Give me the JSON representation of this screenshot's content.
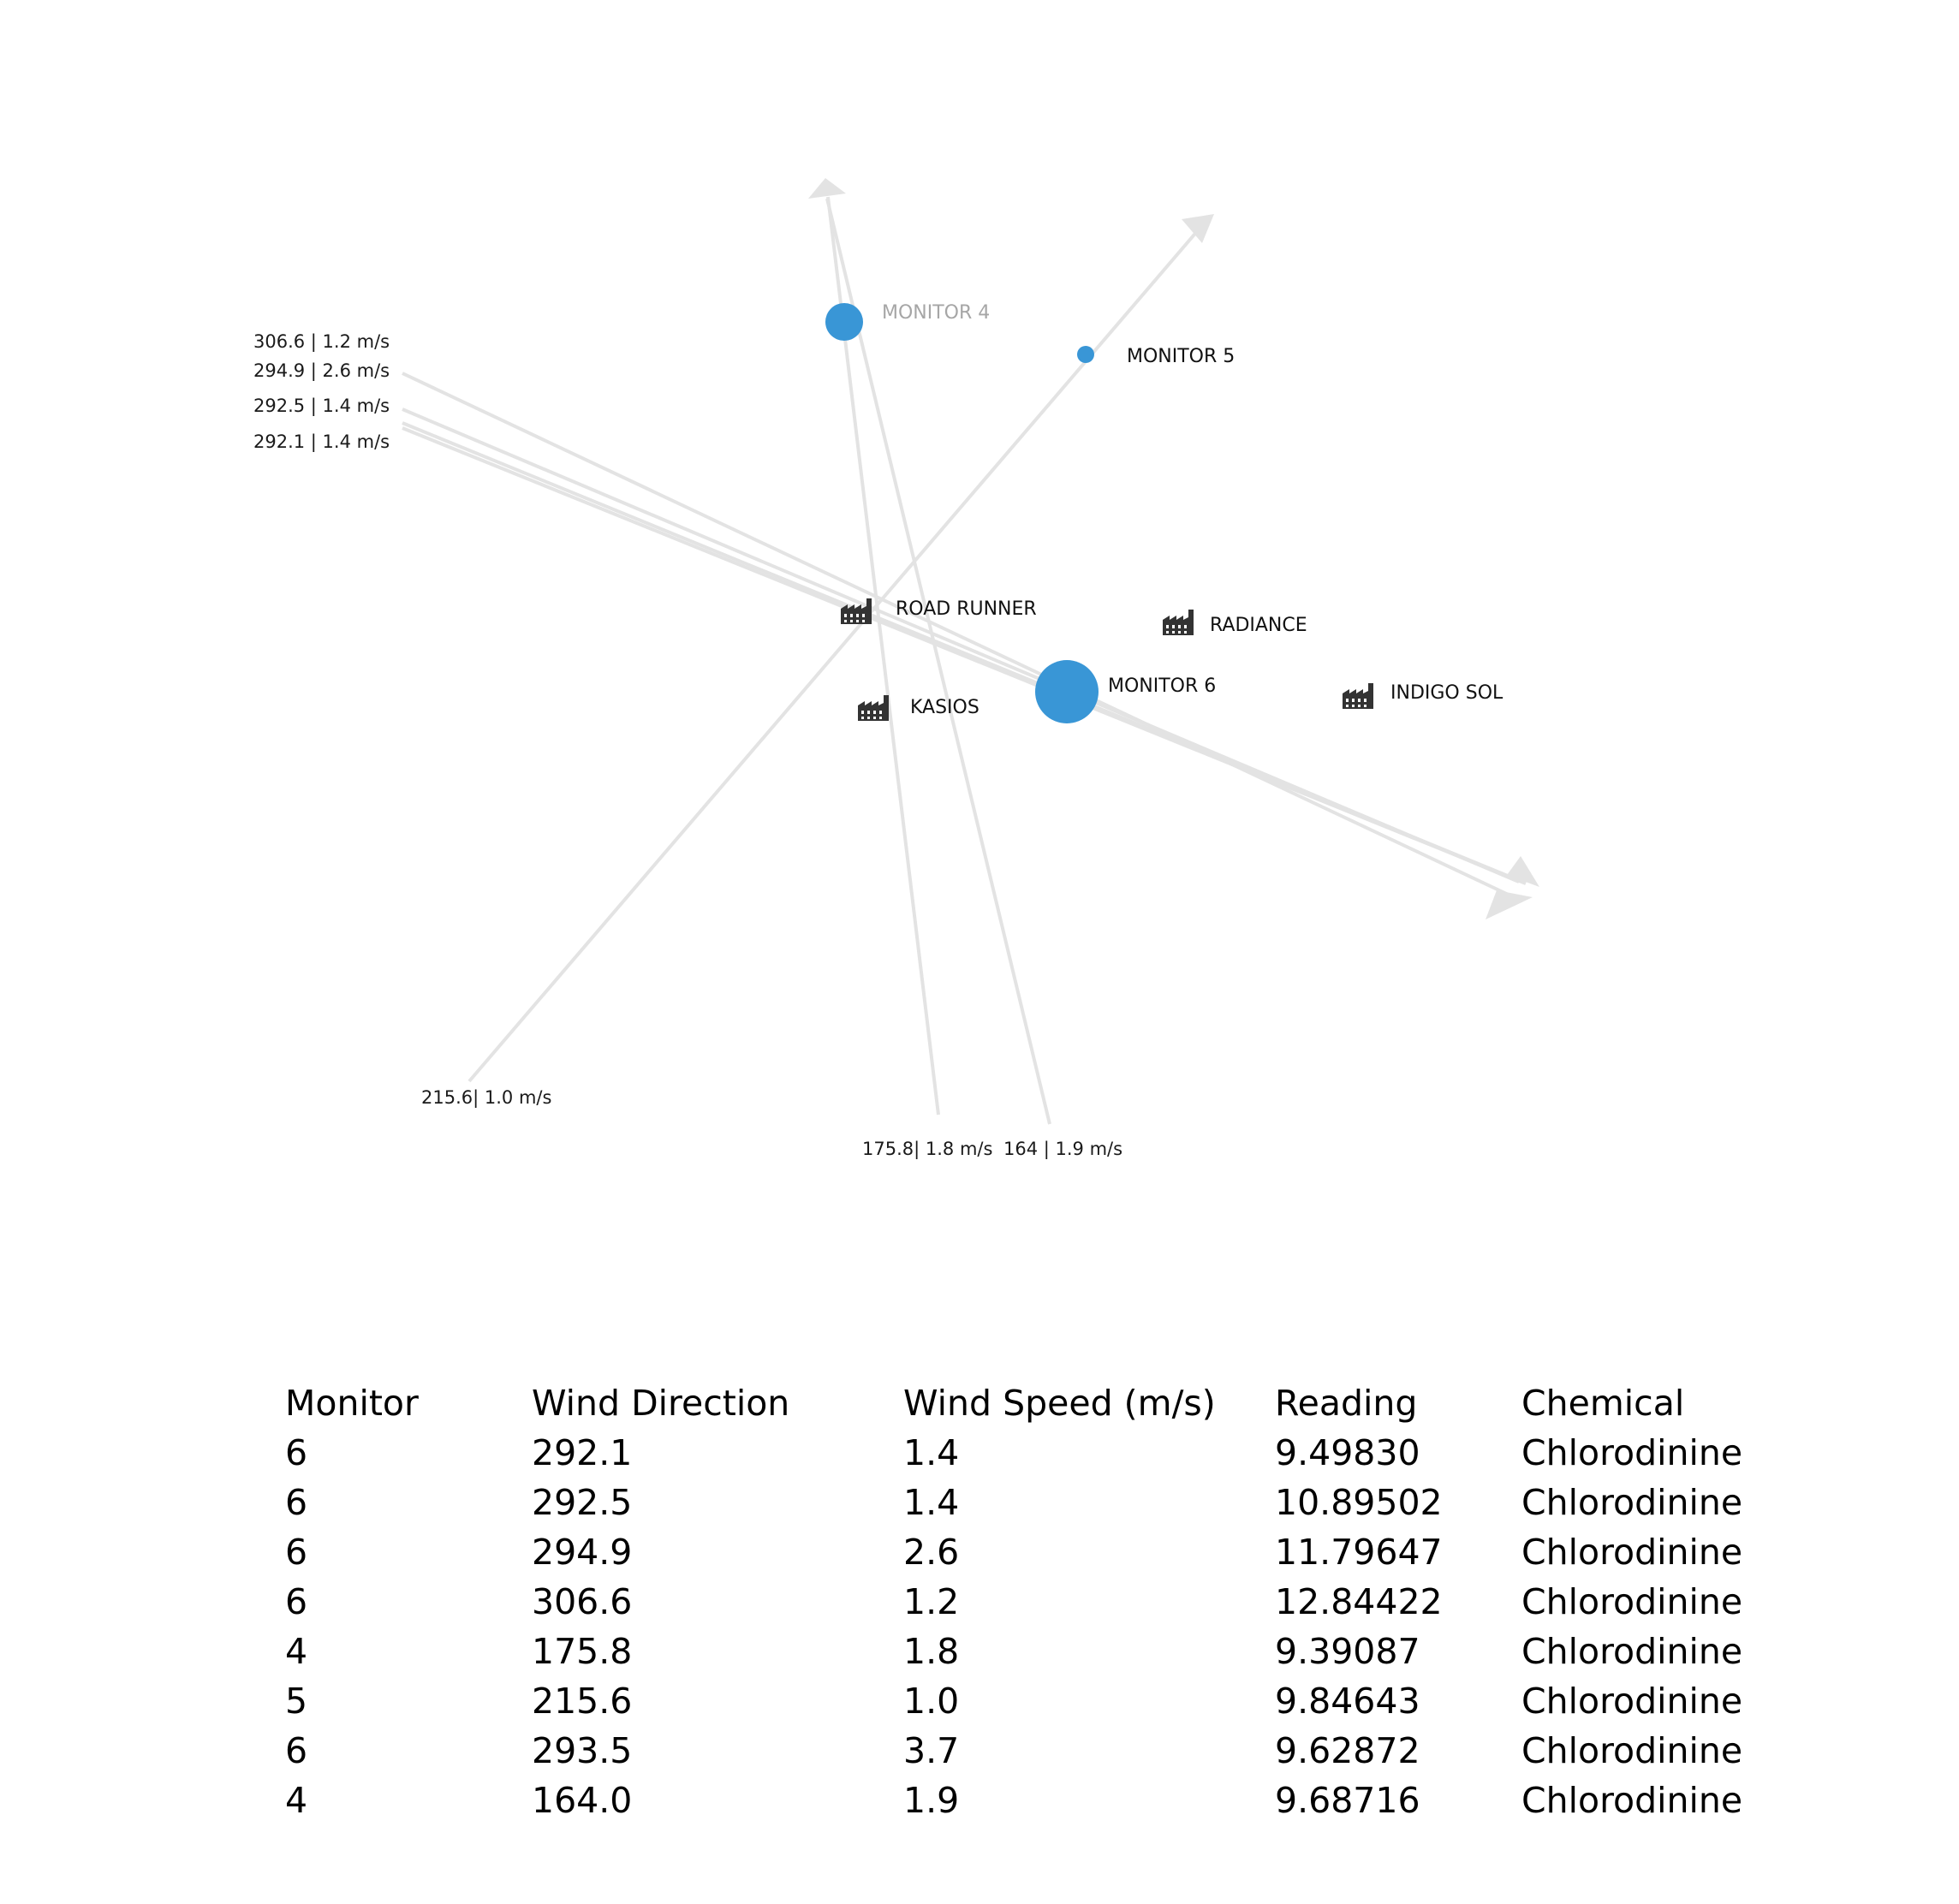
{
  "map": {
    "sites": [
      {
        "id": "monitor-4",
        "label": "MONITOR 4",
        "kind": "monitor",
        "muted": true
      },
      {
        "id": "monitor-5",
        "label": "MONITOR 5",
        "kind": "monitor",
        "muted": false
      },
      {
        "id": "monitor-6",
        "label": "MONITOR 6",
        "kind": "monitor",
        "muted": false
      },
      {
        "id": "road-runner",
        "label": "ROAD RUNNER",
        "kind": "factory"
      },
      {
        "id": "radiance",
        "label": "RADIANCE",
        "kind": "factory"
      },
      {
        "id": "kasios",
        "label": "KASIOS",
        "kind": "factory"
      },
      {
        "id": "indigo-sol",
        "label": "INDIGO SOL",
        "kind": "factory"
      }
    ],
    "wind_labels": [
      "306.6 | 1.2 m/s",
      "294.9 | 2.6 m/s",
      "292.5 | 1.4 m/s",
      "292.1 | 1.4 m/s",
      "215.6| 1.0 m/s",
      "175.8| 1.8 m/s",
      "164 | 1.9 m/s"
    ],
    "colors": {
      "monitor": "#3996d6",
      "wind_line": "#e3e3e3",
      "factory": "#333333"
    }
  },
  "table": {
    "headers": [
      "Monitor",
      "Wind Direction",
      "Wind Speed (m/s)",
      "Reading",
      "Chemical"
    ],
    "rows": [
      [
        "6",
        "292.1",
        "1.4",
        "9.49830",
        "Chlorodinine"
      ],
      [
        "6",
        "292.5",
        "1.4",
        "10.89502",
        "Chlorodinine"
      ],
      [
        "6",
        "294.9",
        "2.6",
        "11.79647",
        "Chlorodinine"
      ],
      [
        "6",
        "306.6",
        "1.2",
        "12.84422",
        "Chlorodinine"
      ],
      [
        "4",
        "175.8",
        "1.8",
        "9.39087",
        "Chlorodinine"
      ],
      [
        "5",
        "215.6",
        "1.0",
        "9.84643",
        "Chlorodinine"
      ],
      [
        "6",
        "293.5",
        "3.7",
        "9.62872",
        "Chlorodinine"
      ],
      [
        "4",
        "164.0",
        "1.9",
        "9.68716",
        "Chlorodinine"
      ]
    ]
  }
}
